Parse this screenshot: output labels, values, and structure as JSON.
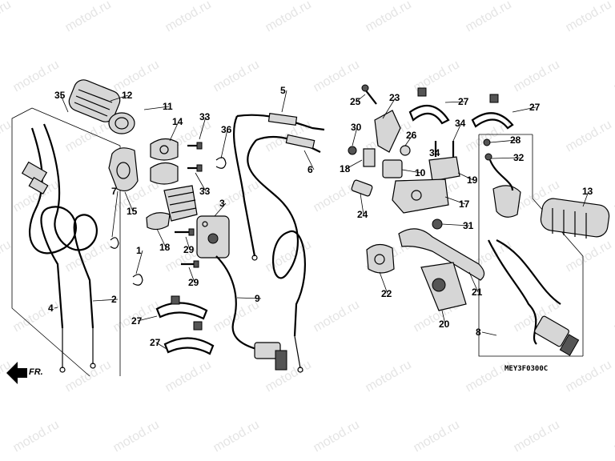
{
  "watermark": {
    "text": "motod.ru"
  },
  "direction_marker": {
    "text": "FR."
  },
  "diagram_code": "MEY3F0300C",
  "callouts": [
    "35",
    "12",
    "11",
    "14",
    "33",
    "33",
    "15",
    "7",
    "1",
    "18",
    "3",
    "29",
    "29",
    "27",
    "27",
    "36",
    "5",
    "6",
    "9",
    "25",
    "23",
    "27",
    "27",
    "30",
    "26",
    "34",
    "34",
    "28",
    "32",
    "18",
    "10",
    "19",
    "24",
    "17",
    "31",
    "13",
    "22",
    "21",
    "20",
    "8",
    "4",
    "2"
  ]
}
